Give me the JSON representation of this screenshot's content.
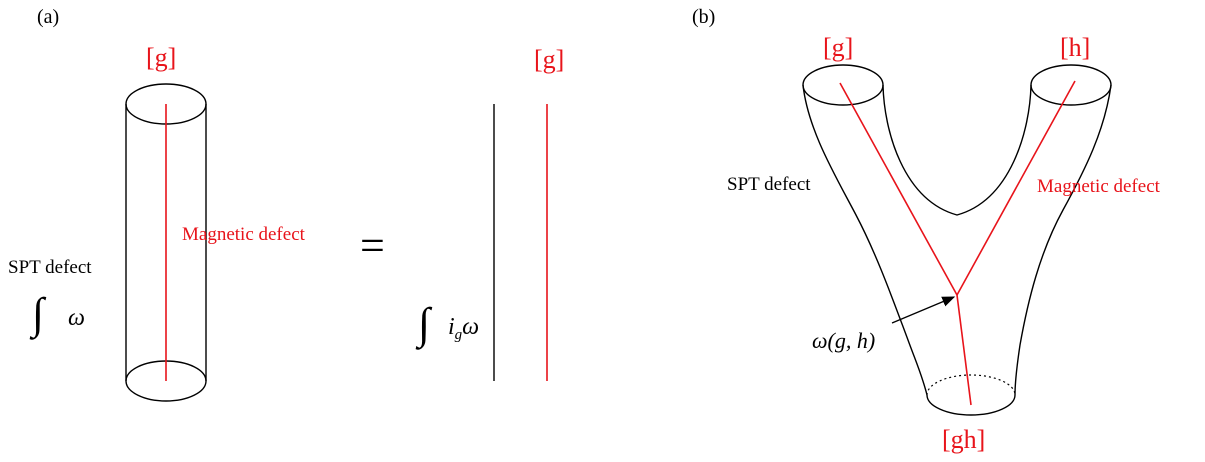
{
  "panel_a": {
    "label": "(a)",
    "top_charge": "[g]",
    "magnetic_label": "Magnetic defect",
    "spt_label": "SPT defect",
    "integral_sign": "∫",
    "omega": "ω",
    "equals": "=",
    "right_charge": "[g]",
    "contraction_integral": "∫",
    "contraction_i": "i",
    "contraction_sub": "g",
    "contraction_omega": "ω"
  },
  "panel_b": {
    "label": "(b)",
    "left_charge": "[g]",
    "right_charge": "[h]",
    "bottom_charge": "[gh]",
    "spt_label": "SPT defect",
    "magnetic_label": "Magnetic defect",
    "junction_label": "ω(g, h)"
  },
  "colors": {
    "defect_red": "#e8141b",
    "outline": "#000000"
  }
}
